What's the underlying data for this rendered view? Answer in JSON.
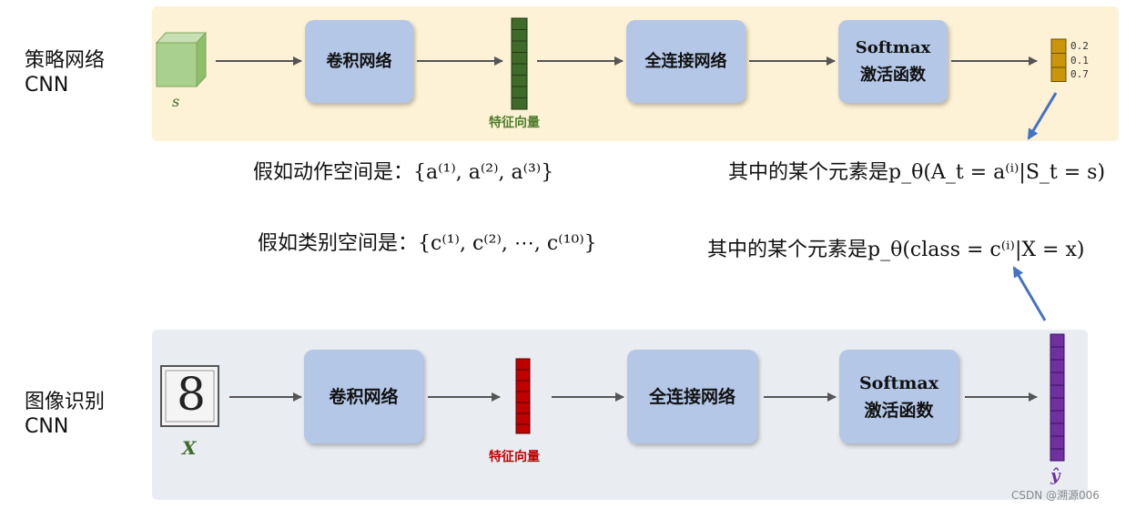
{
  "top_row": {
    "side_label": [
      "策略网络",
      "CNN"
    ],
    "input_label": "s",
    "conv_label": "卷积网络",
    "feature_label": "特征向量",
    "fc_label": "全连接网络",
    "softmax_label": [
      "Softmax",
      "激活函数"
    ],
    "output_probs": [
      "0.2",
      "0.1",
      "0.7"
    ]
  },
  "bottom_row": {
    "side_label": [
      "图像识别",
      "CNN"
    ],
    "input_digit": "8",
    "input_label": "X",
    "conv_label": "卷积网络",
    "feature_label": "特征向量",
    "fc_label": "全连接网络",
    "softmax_label": [
      "Softmax",
      "激活函数"
    ],
    "output_label": "ŷ"
  },
  "formulas": {
    "action_space_prefix": "假如动作空间是：",
    "action_space_set": "{a⁽¹⁾, a⁽²⁾, a⁽³⁾}",
    "class_space_prefix": "假如类别空间是：",
    "class_space_set": "{c⁽¹⁾, c⁽²⁾, ⋯, c⁽¹⁰⁾}",
    "element_prefix_top": "其中的某个元素是",
    "element_expr_top": "p_θ(A_t = a⁽ⁱ⁾|S_t = s)",
    "element_prefix_bottom": "其中的某个元素是",
    "element_expr_bottom": "p_θ(class = c⁽ⁱ⁾|X = x)"
  },
  "colors": {
    "top_panel": "#fdf1d6",
    "bottom_panel": "#e9edf2",
    "box_fill": "#b4c7e7",
    "feature_top": "#3f6b2a",
    "feature_bottom": "#c00000",
    "output_top": "#c9950a",
    "output_bottom": "#7030a0",
    "arrow_blue": "#4472c4",
    "arrow_grey": "#555555",
    "cube": "#a9d08e"
  },
  "watermark": "CSDN @溯源006"
}
